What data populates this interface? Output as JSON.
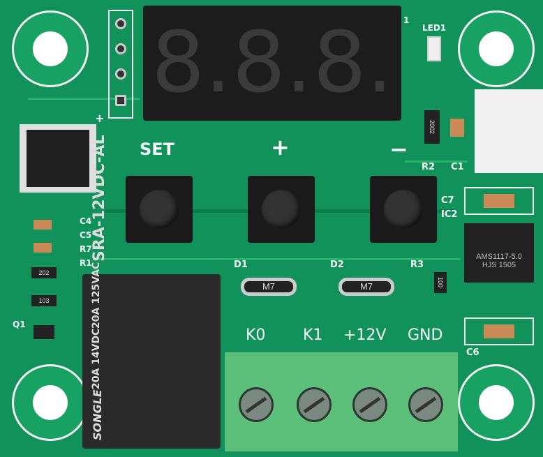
{
  "board": {
    "display": {
      "digits": [
        "8.",
        "8.",
        "8."
      ],
      "pin_mark": "1"
    },
    "buttons": [
      {
        "label": "SET"
      },
      {
        "label": "+"
      },
      {
        "label": "−"
      }
    ],
    "terminals": [
      {
        "label": "K0"
      },
      {
        "label": "K1"
      },
      {
        "label": "+12V"
      },
      {
        "label": "GND"
      }
    ],
    "silkscreen": {
      "led": "LED1",
      "r2": "R2",
      "c1": "C1",
      "c7": "C7",
      "ic2": "IC2",
      "r3": "R3",
      "c6": "C6",
      "c4": "C4",
      "c5": "C5",
      "r7": "R7",
      "r1": "R1",
      "q1": "Q1",
      "d1": "D1",
      "d2": "D2",
      "plus": "+"
    },
    "parts": {
      "r2_code": "2002",
      "r3_code": "100",
      "r_202": "202",
      "r_103": "103",
      "diode1": "M7",
      "diode2": "M7",
      "regulator_line1": "AMS1117-5.0",
      "regulator_line2": "HJS 1505"
    },
    "relay": {
      "brand": "SONGLE",
      "rating1": "20A 14VDC",
      "rating2": "20A 125VAC",
      "model": "SRA-12VDC-AL"
    },
    "colors": {
      "pcb": "#10925a",
      "silk": "#f4f7f4",
      "terminal": "#5cc07a",
      "relay": "#2a2a2a"
    }
  }
}
